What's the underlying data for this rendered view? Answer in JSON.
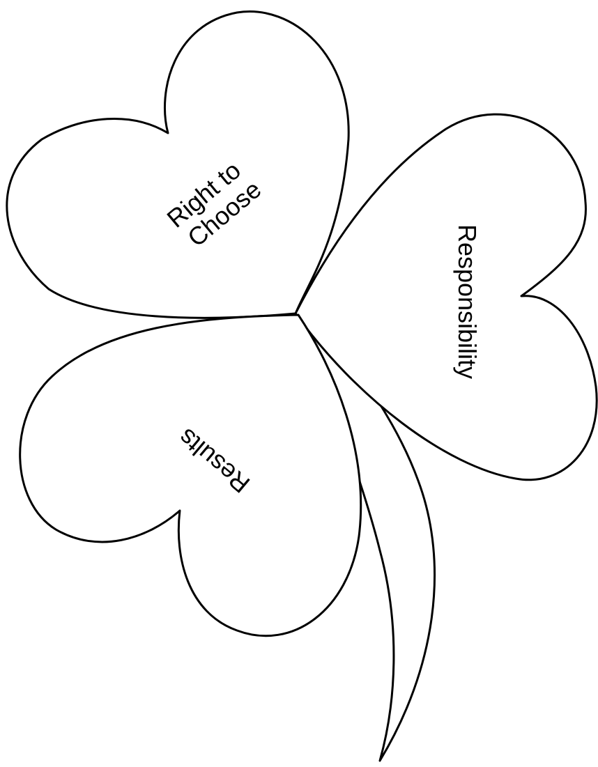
{
  "diagram": {
    "leaves": [
      {
        "id": "top-left",
        "label_lines": [
          "Right to",
          "Choose"
        ]
      },
      {
        "id": "right",
        "label_lines": [
          "Responsibility"
        ]
      },
      {
        "id": "bottom-left",
        "label_lines": [
          "Results"
        ]
      }
    ]
  },
  "colors": {
    "outline": "#000000",
    "fill": "#ffffff",
    "text": "#000000"
  }
}
